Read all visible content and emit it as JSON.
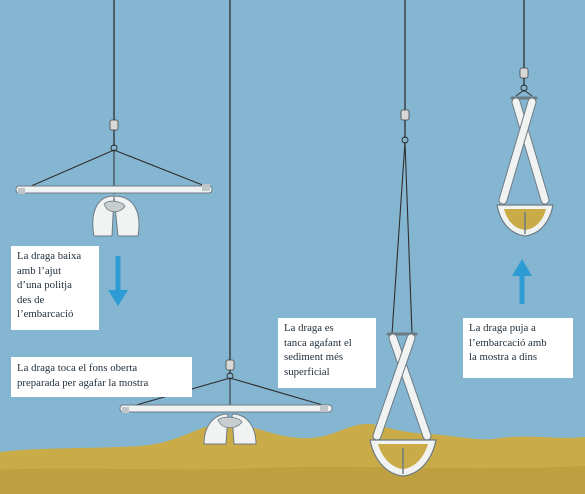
{
  "colors": {
    "water": "#85b6d1",
    "seabed": "#c9ab48",
    "arrow": "#2d9bd4",
    "cable": "#2f2f2f",
    "steel": "#f1f3f2"
  },
  "captions": {
    "step1": [
      "La draga baixa",
      "amb l’ajut",
      "d’una politja",
      "des de",
      "l’embarcació"
    ],
    "step2": [
      "La draga toca el fons oberta",
      "preparada per agafar la mostra"
    ],
    "step3": [
      "La draga es",
      "tanca agafant el",
      "sediment més",
      "superficial"
    ],
    "step4": [
      "La draga puja a",
      "l’embarcació amb",
      "la mostra a dins"
    ]
  },
  "arrows": {
    "step1": "down-arrow-icon",
    "step4": "up-arrow-icon"
  }
}
